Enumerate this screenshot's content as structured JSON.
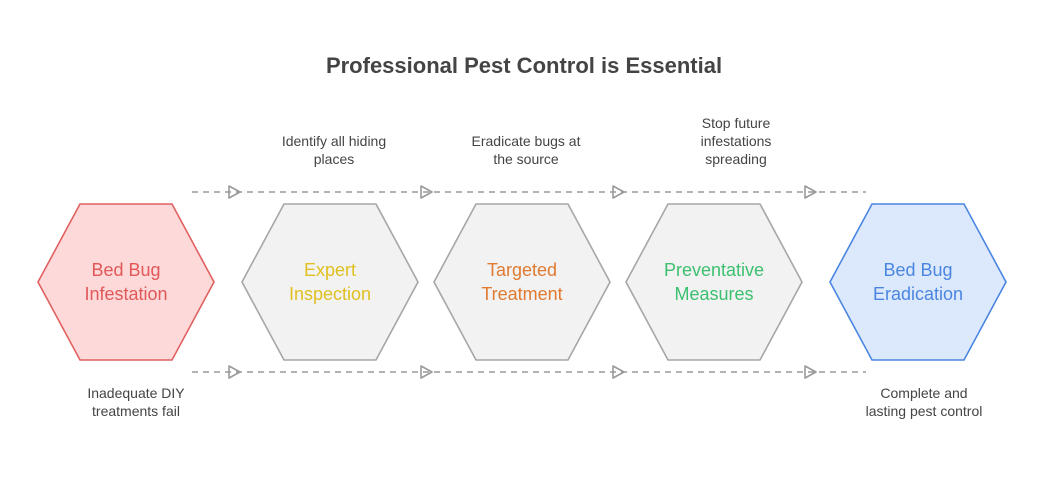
{
  "title": "Professional Pest Control is Essential",
  "colors": {
    "connector": "#9a9a9a",
    "neutral_fill": "#f2f2f2",
    "neutral_stroke": "#a6a6a6"
  },
  "nodes": [
    {
      "label_lines": [
        "Bed Bug",
        "Infestation"
      ],
      "fill": "#fdd9d9",
      "stroke": "#e06060",
      "text_color": "#e05858"
    },
    {
      "label_lines": [
        "Expert",
        "Inspection"
      ],
      "fill": "#f2f2f2",
      "stroke": "#a6a6a6",
      "text_color": "#e0c020"
    },
    {
      "label_lines": [
        "Targeted",
        "Treatment"
      ],
      "fill": "#f2f2f2",
      "stroke": "#a6a6a6",
      "text_color": "#e07a30"
    },
    {
      "label_lines": [
        "Preventative",
        "Measures"
      ],
      "fill": "#f2f2f2",
      "stroke": "#a6a6a6",
      "text_color": "#3cc070"
    },
    {
      "label_lines": [
        "Bed Bug",
        "Eradication"
      ],
      "fill": "#dce8fb",
      "stroke": "#4a86e0",
      "text_color": "#4a86e0"
    }
  ],
  "notes_top": [
    {
      "lines": [
        "Identify all hiding",
        "places"
      ]
    },
    {
      "lines": [
        "Eradicate bugs at",
        "the source"
      ]
    },
    {
      "lines": [
        "Stop future",
        "infestations",
        "spreading"
      ]
    }
  ],
  "notes_bottom": [
    {
      "lines": [
        "Inadequate DIY",
        "treatments fail"
      ]
    },
    {
      "lines": [
        "Complete and",
        "lasting pest control"
      ]
    }
  ]
}
